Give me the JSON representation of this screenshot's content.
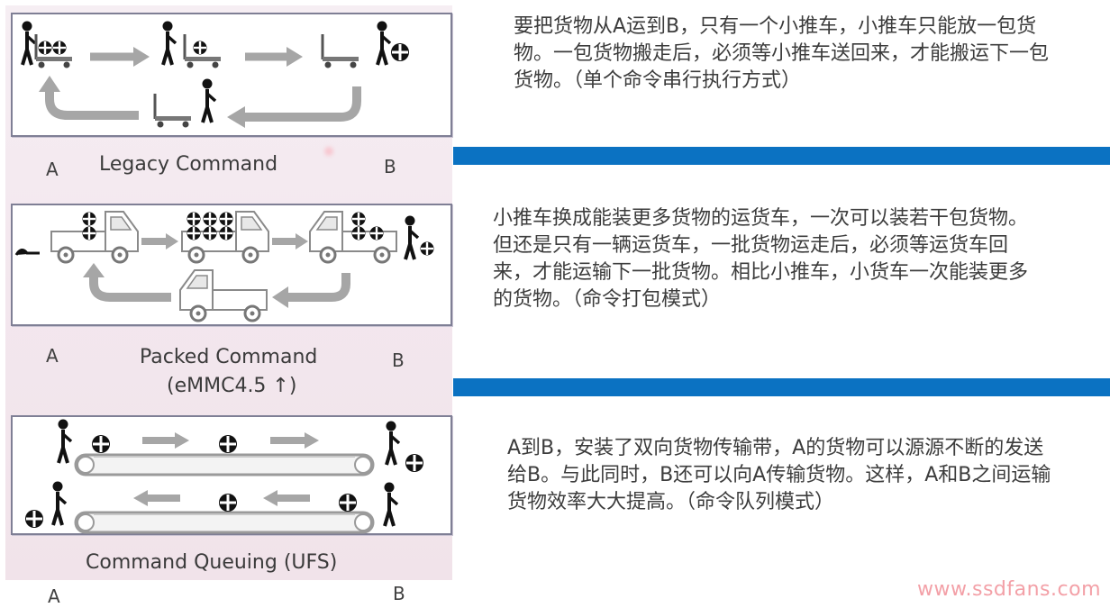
{
  "left": {
    "legacy": {
      "title": "Legacy Command",
      "a": "A",
      "b": "B"
    },
    "packed": {
      "title": "Packed Command",
      "subtitle": "(eMMC4.5 ↑)",
      "a": "A",
      "b": "B"
    },
    "queuing": {
      "title": "Command Queuing (UFS)",
      "a": "A",
      "b": "B"
    }
  },
  "right": {
    "desc1": "要把货物从A运到B，只有一个小推车，小推车只能放一包货物。一包货物搬走后，必须等小推车送回来，才能搬运下一包货物。（单个命令串行执行方式）",
    "desc2": "小推车换成能装更多货物的运货车，一次可以装若干包货物。但还是只有一辆运货车，一批货物运走后，必须等运货车回来，才能运输下一批货物。相比小推车，小货车一次能装更多的货物。（命令打包模式）",
    "desc3": "A到B，安装了双向货物传输带，A的货物可以源源不断的发送给B。与此同时，B还可以向A传输货物。这样，A和B之间运输货物效率大大提高。（命令队列模式）"
  },
  "colors": {
    "bar": "#0b72c2",
    "watermark": "#f3a0a7",
    "arrow": "#a6a6a6"
  },
  "watermark": "www.ssdfans.com"
}
